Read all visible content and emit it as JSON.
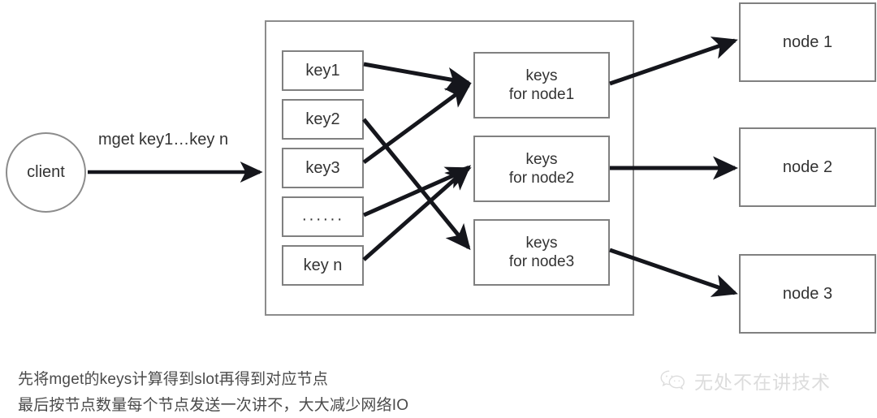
{
  "diagram": {
    "title": "redis cluster mget key routing diagram",
    "client": {
      "label": "client",
      "shape": "circle"
    },
    "request_edge": {
      "label": "mget key1…key n"
    },
    "group_container": {
      "name": "routing-group"
    },
    "keys": [
      {
        "label": "key1",
        "id": "key1"
      },
      {
        "label": "key2",
        "id": "key2"
      },
      {
        "label": "key3",
        "id": "key3"
      },
      {
        "label": "······",
        "id": "ellipsis"
      },
      {
        "label": "key n",
        "id": "keyn"
      }
    ],
    "node_key_groups": [
      {
        "label": "keys\nfor node1",
        "id": "keys-for-node1"
      },
      {
        "label": "keys\nfor node2",
        "id": "keys-for-node2"
      },
      {
        "label": "keys\nfor node3",
        "id": "keys-for-node3"
      }
    ],
    "nodes": [
      {
        "label": "node 1",
        "id": "node1"
      },
      {
        "label": "node 2",
        "id": "node2"
      },
      {
        "label": "node 3",
        "id": "node3"
      }
    ],
    "mappings": [
      {
        "from": "key1",
        "to": "keys-for-node1"
      },
      {
        "from": "key2",
        "to": "keys-for-node3"
      },
      {
        "from": "key3",
        "to": "keys-for-node1"
      },
      {
        "from": "ellipsis",
        "to": "keys-for-node2"
      },
      {
        "from": "keyn",
        "to": "keys-for-node2"
      },
      {
        "from": "keys-for-node1",
        "to": "node1"
      },
      {
        "from": "keys-for-node2",
        "to": "node2"
      },
      {
        "from": "keys-for-node3",
        "to": "node3"
      }
    ],
    "captions": {
      "line1": "先将mget的keys计算得到slot再得到对应节点",
      "line2": "最后按节点数量每个节点发送一次讲不，大大减少网络IO"
    },
    "watermark": {
      "icon": "wechat-icon",
      "text": "无处不在讲技术"
    },
    "colors": {
      "box_border": "#808080",
      "group_border": "#8c8c8c",
      "arrow": "#15161c",
      "text": "#333333",
      "caption_text": "#4a4a4a",
      "background": "#ffffff"
    }
  }
}
